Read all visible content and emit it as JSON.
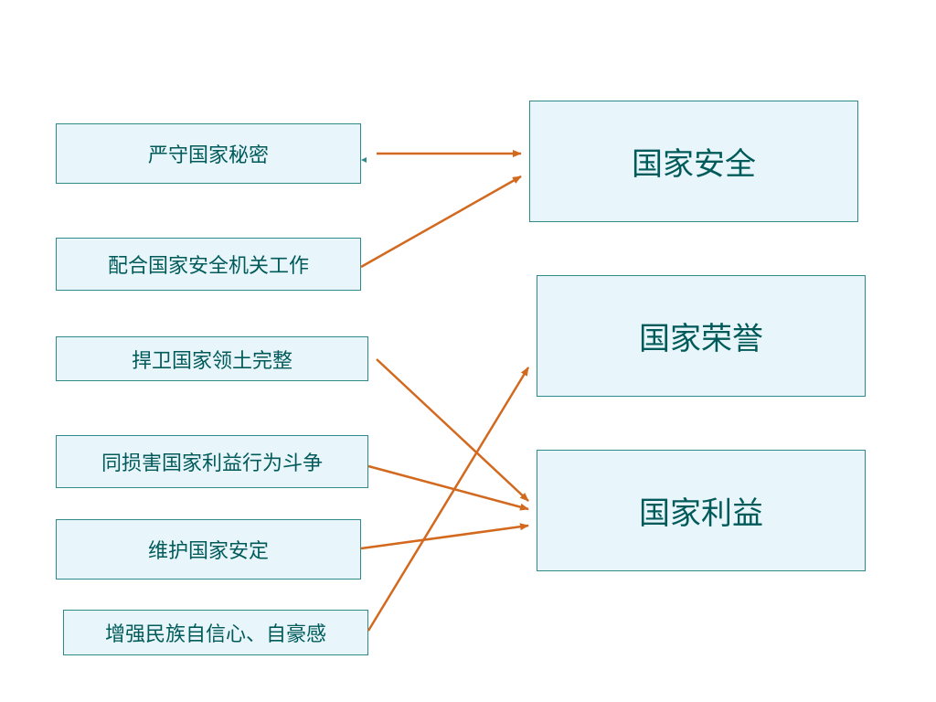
{
  "diagram": {
    "left_items": [
      {
        "label": "严守国家秘密"
      },
      {
        "label": "配合国家安全机关工作"
      },
      {
        "label": "捍卫国家领土完整"
      },
      {
        "label": "同损害国家利益行为斗争"
      },
      {
        "label": "维护国家安定"
      },
      {
        "label": "增强民族自信心、自豪感"
      }
    ],
    "right_items": [
      {
        "label": "国家安全"
      },
      {
        "label": "国家荣誉"
      },
      {
        "label": "国家利益"
      }
    ],
    "connections": [
      {
        "from": 0,
        "to": 0
      },
      {
        "from": 1,
        "to": 0
      },
      {
        "from": 2,
        "to": 2
      },
      {
        "from": 3,
        "to": 2
      },
      {
        "from": 4,
        "to": 2
      },
      {
        "from": 5,
        "to": 1
      }
    ],
    "colors": {
      "arrow": "#d2691e",
      "box_fill": "#e8f6fb",
      "box_border": "#2f8a8a",
      "text": "#005a5a"
    }
  }
}
